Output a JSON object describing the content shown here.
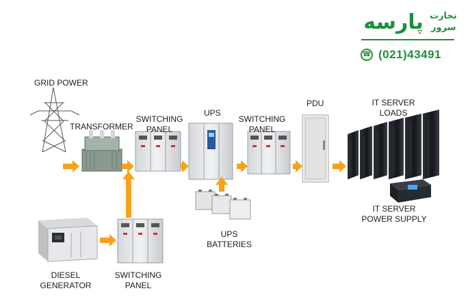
{
  "brand": {
    "name": "پارسه",
    "tagline_top": "تجارت",
    "tagline_bottom": "سرور",
    "phone": "(021)43491",
    "phone_icon": "phone-icon",
    "color": "#1f8f3a"
  },
  "labels": {
    "grid_power": "GRID POWER",
    "transformer": "TRANSFORMER",
    "switching_panel_1_line1": "SWITCHING",
    "switching_panel_1_line2": "PANEL",
    "ups": "UPS",
    "switching_panel_2_line1": "SWITCHING",
    "switching_panel_2_line2": "PANEL",
    "pdu": "PDU",
    "it_server_loads_line1": "IT SERVER",
    "it_server_loads_line2": "LOADS",
    "it_server_power_supply_line1": "IT SERVER",
    "it_server_power_supply_line2": "POWER SUPPLY",
    "ups_batteries_line1": "UPS",
    "ups_batteries_line2": "BATTERIES",
    "diesel_generator_line1": "DIESEL",
    "diesel_generator_line2": "GENERATOR",
    "switching_panel_3_line1": "SWITCHING",
    "switching_panel_3_line2": "PANEL"
  },
  "colors": {
    "arrow": "#f7a21b",
    "cabinet": "#e8eaec",
    "server_rack": "#1c1f24"
  }
}
